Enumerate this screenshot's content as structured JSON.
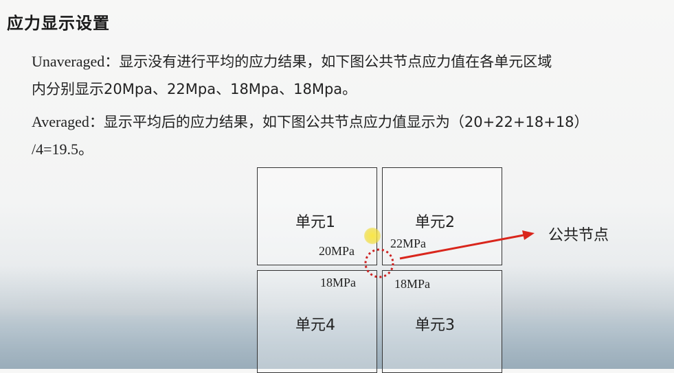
{
  "header": {
    "title": "应力显示设置"
  },
  "text": {
    "unavg_label": "Unaveraged",
    "unavg_desc_1": "：显示没有进行平均的应力结果，如下图公共节点应力值在各单元区域",
    "unavg_desc_2": "内分别显示20Mpa、22Mpa、18Mpa、18Mpa。",
    "avg_label": "Averaged",
    "avg_desc_1": "：显示平均后的应力结果，如下图公共节点应力值显示为（20+22+18+18）",
    "avg_desc_2": "/4=19.5。"
  },
  "diagram": {
    "elements": [
      {
        "id": "e1",
        "label": "单元1"
      },
      {
        "id": "e2",
        "label": "单元2"
      },
      {
        "id": "e3",
        "label": "单元3"
      },
      {
        "id": "e4",
        "label": "单元4"
      }
    ],
    "stress_values": {
      "e1": "20MPa",
      "e2": "22MPa",
      "e4": "18MPa",
      "e3": "18MPa"
    },
    "node_label": "公共节点",
    "colors": {
      "arrow": "#d9261c",
      "node_circle": "#cc2222",
      "cursor": "#f2dc3c"
    }
  }
}
